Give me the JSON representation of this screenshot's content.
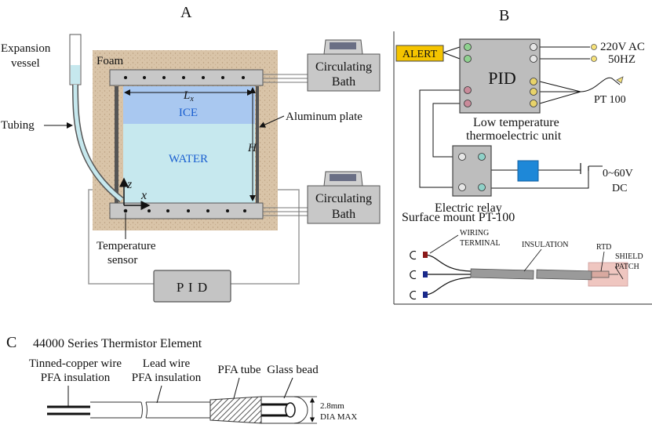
{
  "panels": {
    "a": "A",
    "b": "B",
    "c": "C"
  },
  "panel_a": {
    "expansion_vessel": [
      "Expansion",
      "vessel"
    ],
    "tubing": "Tubing",
    "foam": "Foam",
    "bath_top": [
      "Circulating",
      "Bath"
    ],
    "bath_bottom": [
      "Circulating",
      "Bath"
    ],
    "lx": "L",
    "lx_sub": "x",
    "ice": "ICE",
    "water": "WATER",
    "aluminum_plate": "Aluminum plate",
    "h": "H",
    "z": "z",
    "x": "x",
    "sensor": [
      "Temperature",
      "sensor"
    ],
    "pid": "P I D"
  },
  "panel_b": {
    "alert": "ALERT",
    "pid": "PID",
    "ac": "220V AC",
    "hz": "50HZ",
    "pt100": "PT 100",
    "thermo": [
      "Low temperature",
      "thermoelectric unit"
    ],
    "dc_v": "0~60V",
    "dc": "DC",
    "relay": "Electric relay",
    "surface_title": "Surface mount PT-100",
    "wiring": [
      "WIRING",
      "TERMINAL"
    ],
    "insulation": "INSULATION",
    "rtd": "RTD",
    "shield": [
      "SHIELD",
      "PATCH"
    ]
  },
  "panel_c": {
    "title": "44000 Series Thermistor Element",
    "tinned": [
      "Tinned-copper wire",
      "PFA insulation"
    ],
    "lead": [
      "Lead wire",
      "PFA insulation"
    ],
    "pfa_tube": "PFA tube",
    "glass": "Glass bead",
    "dia": [
      "2.8mm",
      "DIA MAX"
    ]
  },
  "colors": {
    "foam": "#d9c4a8",
    "ice": "#a9c8f0",
    "water": "#c6e8ee",
    "plate": "#c8c8c8",
    "box": "#b8b8b8",
    "alert": "#f5c400",
    "tec": "#1e88d8",
    "shield": "#efc6c0",
    "label_blue": "#1a5fd0"
  }
}
